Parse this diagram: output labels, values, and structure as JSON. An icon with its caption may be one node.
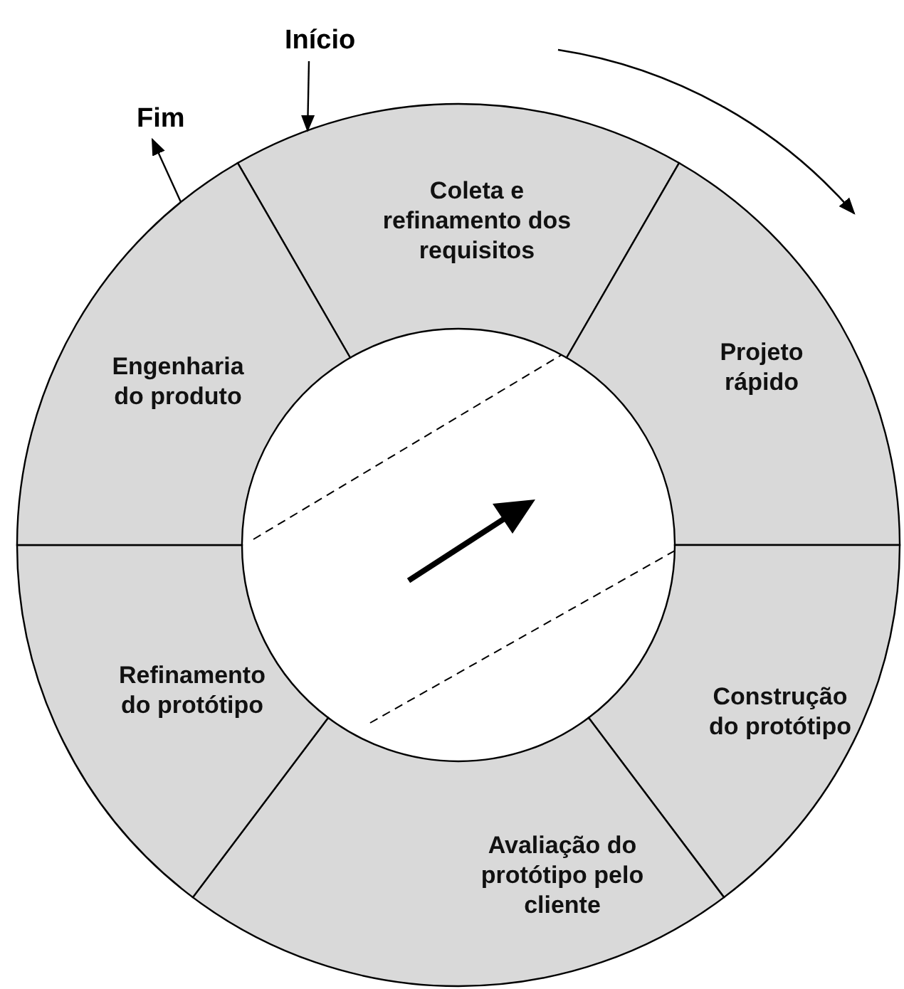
{
  "diagram": {
    "nodes": [
      {
        "text": [
          "Coleta e refinamento dos requisitos"
        ]
      },
      {
        "text": [
          "Projeto rápido"
        ]
      },
      {
        "text": [
          "Construção do protótipo"
        ]
      },
      {
        "text": [
          "Avaliação do protótipo pelo cliente"
        ]
      },
      {
        "text": [
          "Refinamento do protótipo"
        ]
      },
      {
        "text": [
          "Engenharia do produto"
        ]
      },
      {
        "text": [
          "Início"
        ]
      },
      {
        "text": [
          "Fim"
        ]
      }
    ],
    "edges": [
      {
        "from": 6,
        "to": 0,
        "arrow": "to"
      },
      {
        "from": 5,
        "to": 7,
        "arrow": "to"
      }
    ]
  }
}
